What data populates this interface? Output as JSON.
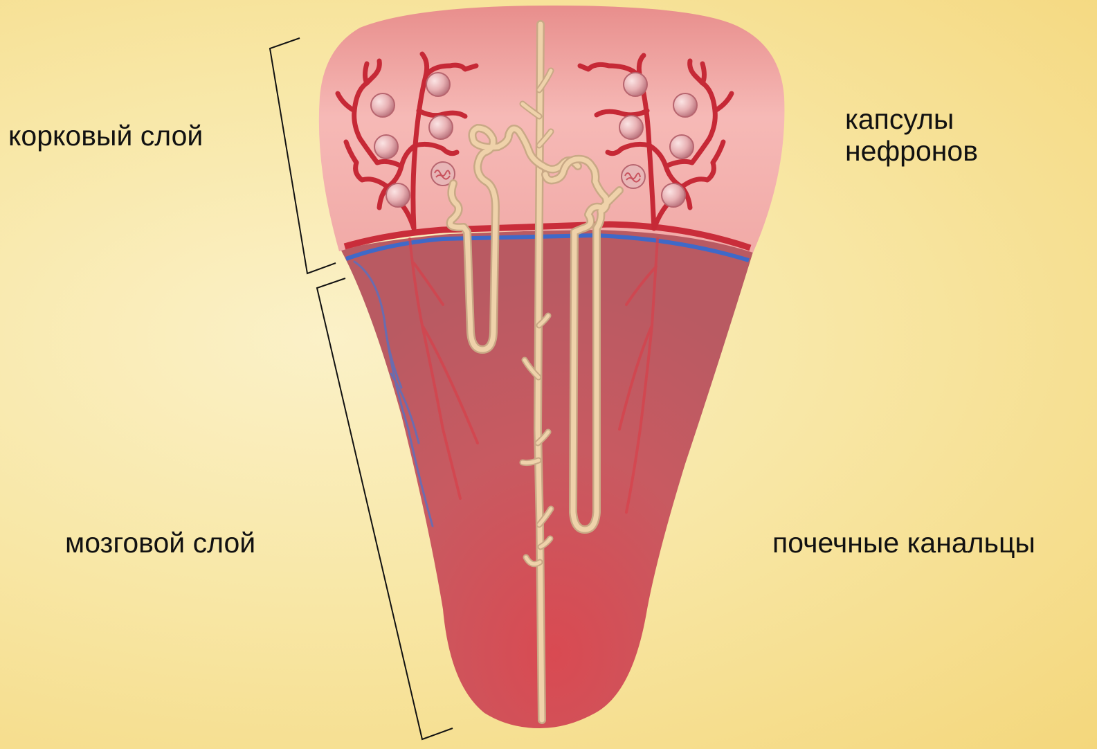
{
  "labels": {
    "cortex": "корковый слой",
    "medulla": "мозговой слой",
    "capsules_line1": "капсулы",
    "capsules_line2": "нефронов",
    "tubules": "почечные канальцы"
  },
  "colors": {
    "background": "#f8e7a6",
    "cortex": "#f3b3b0",
    "medulla": "#c9575d",
    "arteries": "#c62936",
    "veins": "#3f69c8",
    "tubules": "#efd2aa",
    "bracket_line": "#111111"
  }
}
